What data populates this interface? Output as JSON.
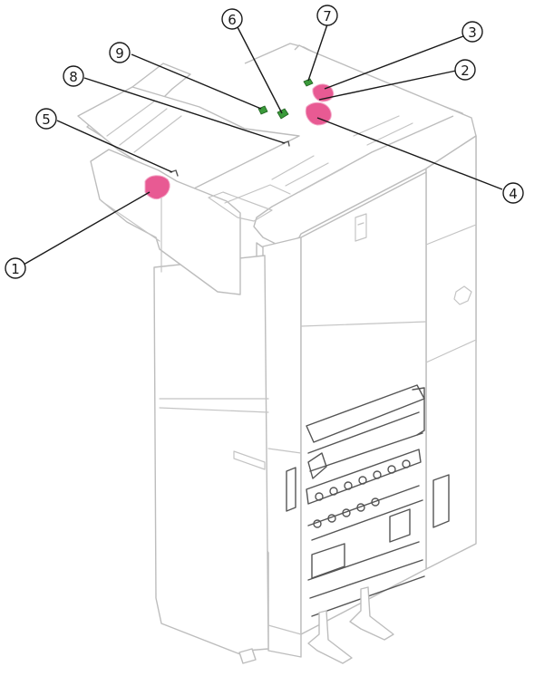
{
  "diagram": {
    "callouts": [
      {
        "id": "callout-1",
        "label": "1"
      },
      {
        "id": "callout-2",
        "label": "2"
      },
      {
        "id": "callout-3",
        "label": "3"
      },
      {
        "id": "callout-4",
        "label": "4"
      },
      {
        "id": "callout-5",
        "label": "5"
      },
      {
        "id": "callout-6",
        "label": "6"
      },
      {
        "id": "callout-7",
        "label": "7"
      },
      {
        "id": "callout-8",
        "label": "8"
      },
      {
        "id": "callout-9",
        "label": "9"
      }
    ],
    "colors": {
      "outline": "#bdbdbd",
      "lever": "#e85a93",
      "lever_light": "#f3a9c8",
      "sensor": "#3a9a3a",
      "ink": "#1a1a1a"
    }
  }
}
